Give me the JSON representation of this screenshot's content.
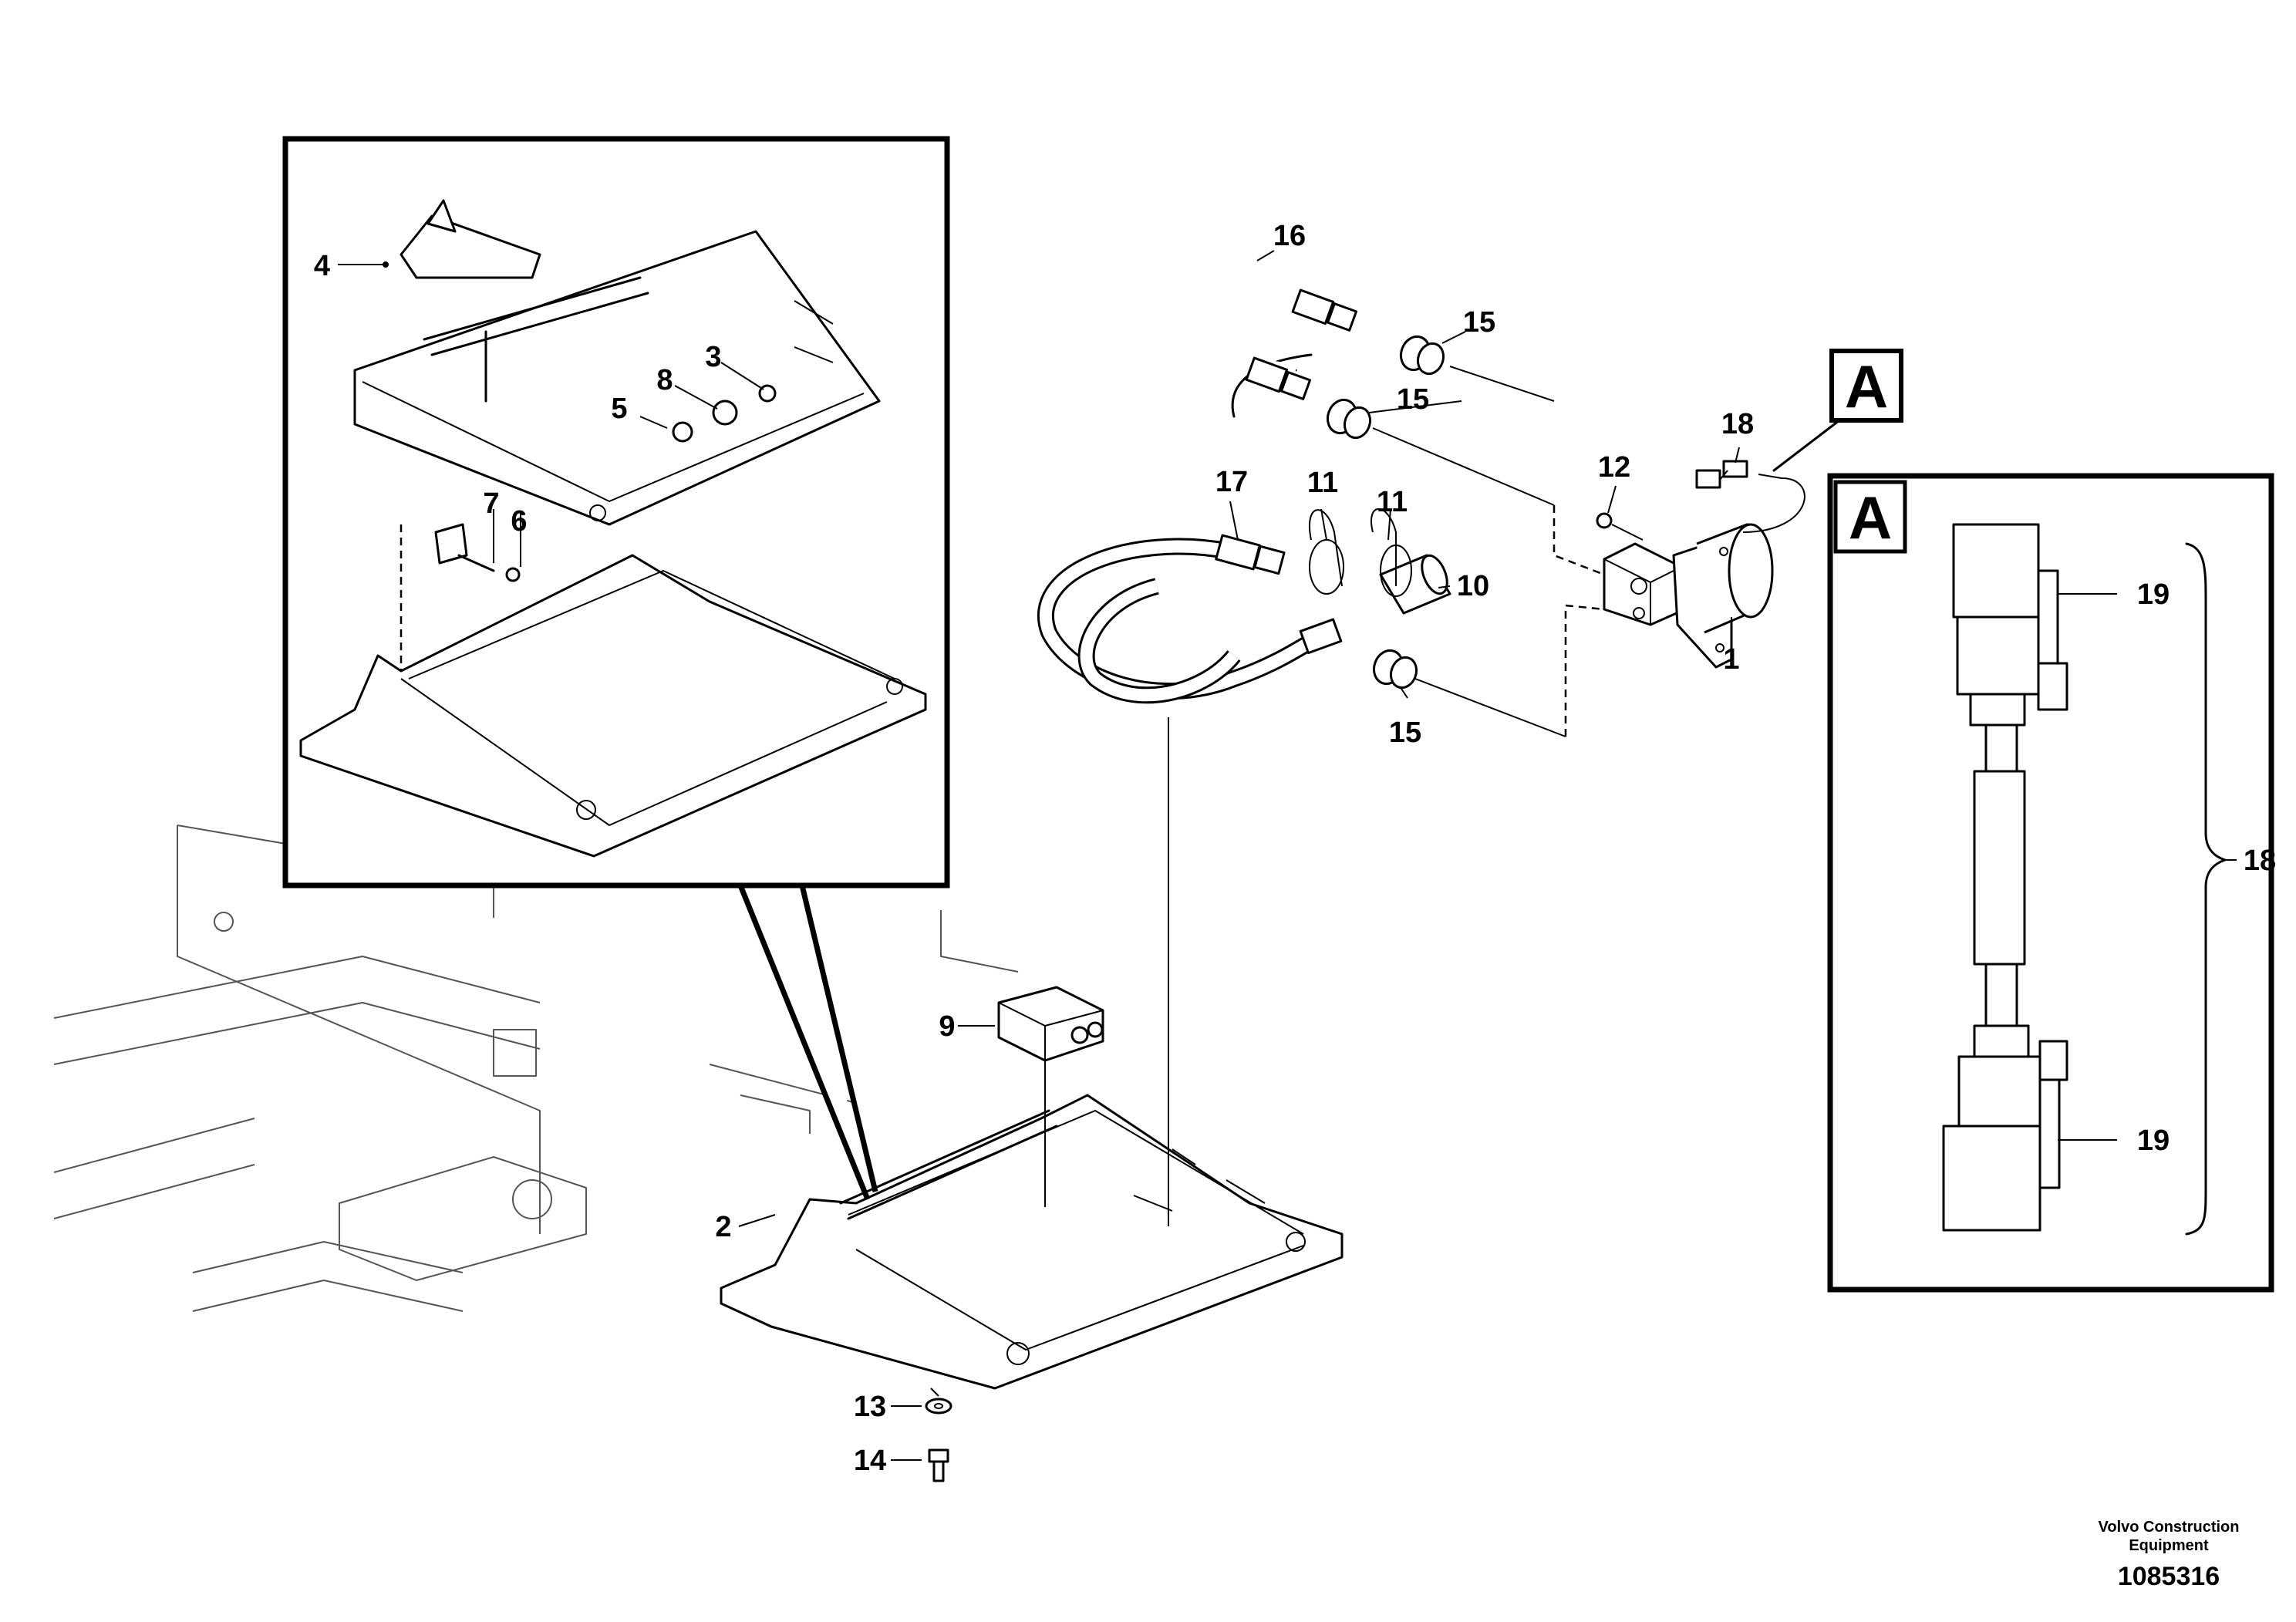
{
  "part_labels": {
    "p1": "1",
    "p2": "2",
    "p3": "3",
    "p4": "4",
    "p5": "5",
    "p6": "6",
    "p7": "7",
    "p8": "8",
    "p9": "9",
    "p10": "10",
    "p11a": "11",
    "p11b": "11",
    "p12": "12",
    "p13": "13",
    "p14": "14",
    "p15a": "15",
    "p15b": "15",
    "p15c": "15",
    "p16": "16",
    "p17": "17",
    "p18a": "18",
    "p18b": "18",
    "p19a": "19",
    "p19b": "19"
  },
  "callouts": {
    "view_marker": "A",
    "detail_title": "A"
  },
  "footer": {
    "company_line1": "Volvo Construction",
    "company_line2": "Equipment",
    "drawing_number": "1085316"
  }
}
